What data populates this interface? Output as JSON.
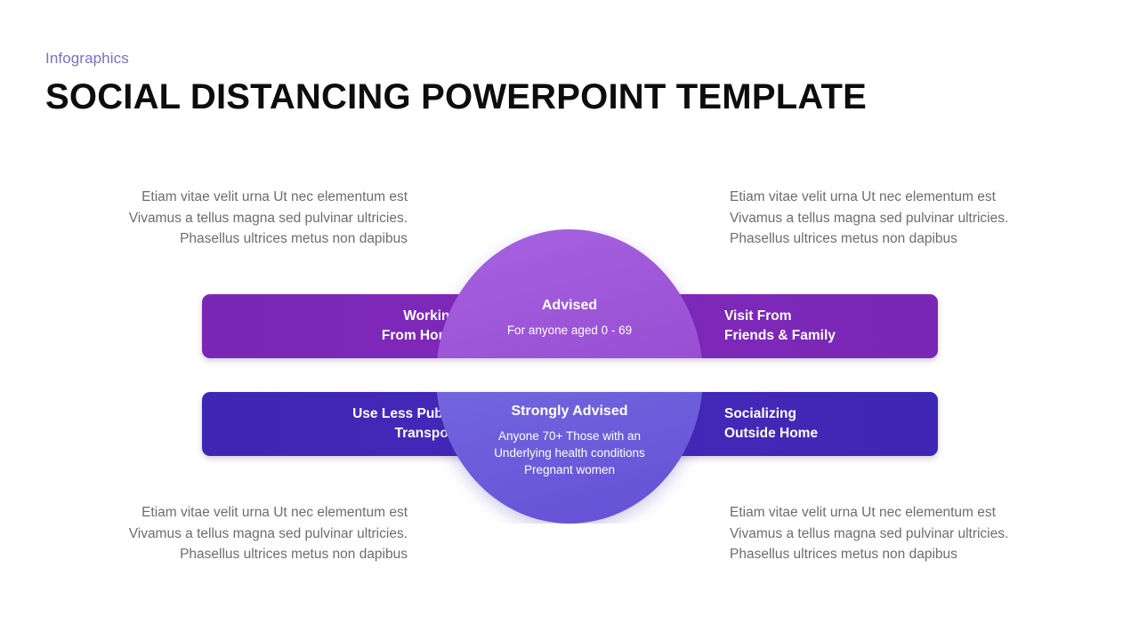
{
  "header": {
    "eyebrow": "Infographics",
    "title": "SOCIAL DISTANCING POWERPOINT TEMPLATE",
    "eyebrow_color": "#7b6fc4",
    "title_color": "#0d0d0d"
  },
  "paragraphs": {
    "top_left": "Etiam vitae velit urna Ut nec elementum est Vivamus a tellus magna sed pulvinar ultricies. Phasellus ultrices metus non dapibus",
    "top_right": "Etiam vitae velit urna Ut nec elementum est Vivamus a tellus magna sed pulvinar ultricies. Phasellus ultrices metus non dapibus",
    "bottom_left": "Etiam vitae velit urna Ut nec elementum est Vivamus a tellus magna sed pulvinar ultricies. Phasellus ultrices metus non dapibus",
    "bottom_right": "Etiam vitae velit urna Ut nec elementum est Vivamus a tellus magna sed pulvinar ultricies. Phasellus ultrices metus non dapibus"
  },
  "diagram": {
    "rows": [
      {
        "id": "advised",
        "bar_color": "#7d28b8",
        "circle_color": "#9a4fd4",
        "left_label_line1": "Working",
        "left_label_line2": "From Home",
        "right_label_line1": "Visit From",
        "right_label_line2": "Friends & Family",
        "circle_title": "Advised",
        "circle_sub_line1": "For anyone aged 0 - 69",
        "circle_sub_line2": "",
        "circle_sub_line3": ""
      },
      {
        "id": "strongly-advised",
        "bar_color": "#4228b8",
        "circle_color": "#7162dd",
        "left_label_line1": "Use Less Public",
        "left_label_line2": "Transport",
        "right_label_line1": "Socializing",
        "right_label_line2": "Outside Home",
        "circle_title": "Strongly Advised",
        "circle_sub_line1": "Anyone 70+ Those with an",
        "circle_sub_line2": "Underlying health conditions",
        "circle_sub_line3": "Pregnant women"
      }
    ]
  }
}
